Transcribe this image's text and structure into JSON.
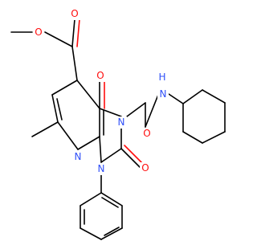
{
  "molecule": {
    "colors": {
      "carbon_bond": "#000000",
      "oxygen": "#ff0d0d",
      "nitrogen": "#3050f8",
      "background": "#ffffff"
    },
    "atom_labels": {
      "ester_o_methyl": "O",
      "ester_o_carbonyl": "O",
      "c4_oxygen": "O",
      "amide_oxygen": "O",
      "c2_oxygen": "O",
      "amide_nh": "H",
      "amide_n": "N",
      "n3": "N",
      "pyridine_n": "N",
      "n1": "N"
    }
  }
}
